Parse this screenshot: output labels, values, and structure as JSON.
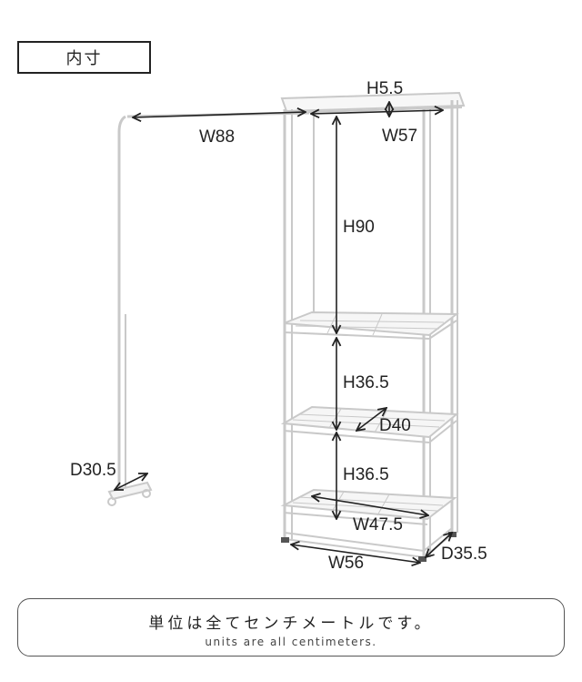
{
  "title": "内寸",
  "dimensions": {
    "h_top": "H5.5",
    "w_bar": "W88",
    "w_inner": "W57",
    "h_upper": "H90",
    "h_mid": "H36.5",
    "d_shelf": "D40",
    "h_lower": "H36.5",
    "d_base": "D30.5",
    "w_shelf": "W47.5",
    "w_base": "W56",
    "d_frame": "D35.5"
  },
  "units_note": {
    "ja": "単位は全てセンチメートルです。",
    "en": "units are all centimeters."
  }
}
